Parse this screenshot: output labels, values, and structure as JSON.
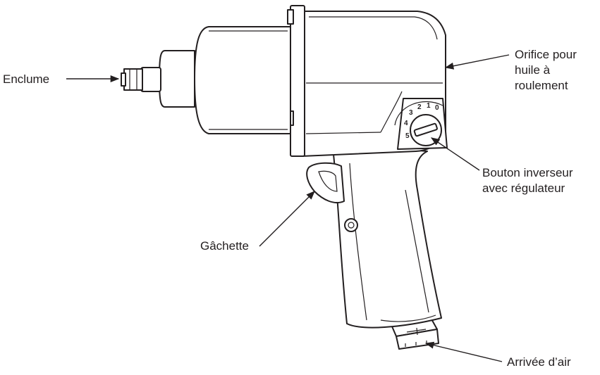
{
  "labels": {
    "anvil": "Enclume",
    "oil_port": [
      "Orifice pour",
      "huile à",
      "roulement"
    ],
    "reverse_button": [
      "Bouton inverseur",
      "avec régulateur"
    ],
    "trigger": "Gâchette",
    "air_inlet": "Arrivée d’air"
  },
  "dial_digits": [
    "5",
    "4",
    "3",
    "2",
    "1",
    "0"
  ]
}
